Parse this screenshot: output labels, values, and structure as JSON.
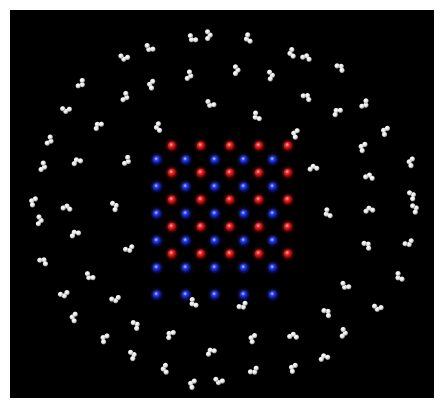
{
  "scene": {
    "background_color": "#000000",
    "frame_color": "#ffffff",
    "lattice": {
      "rows": 5,
      "cols": 5,
      "sublattice_colors": {
        "cation": "#ff1a1a",
        "anion": "#1f3bff"
      }
    },
    "solvent": {
      "molecule": "water",
      "atom_color": "#f2f2f2",
      "shells": 3
    }
  }
}
